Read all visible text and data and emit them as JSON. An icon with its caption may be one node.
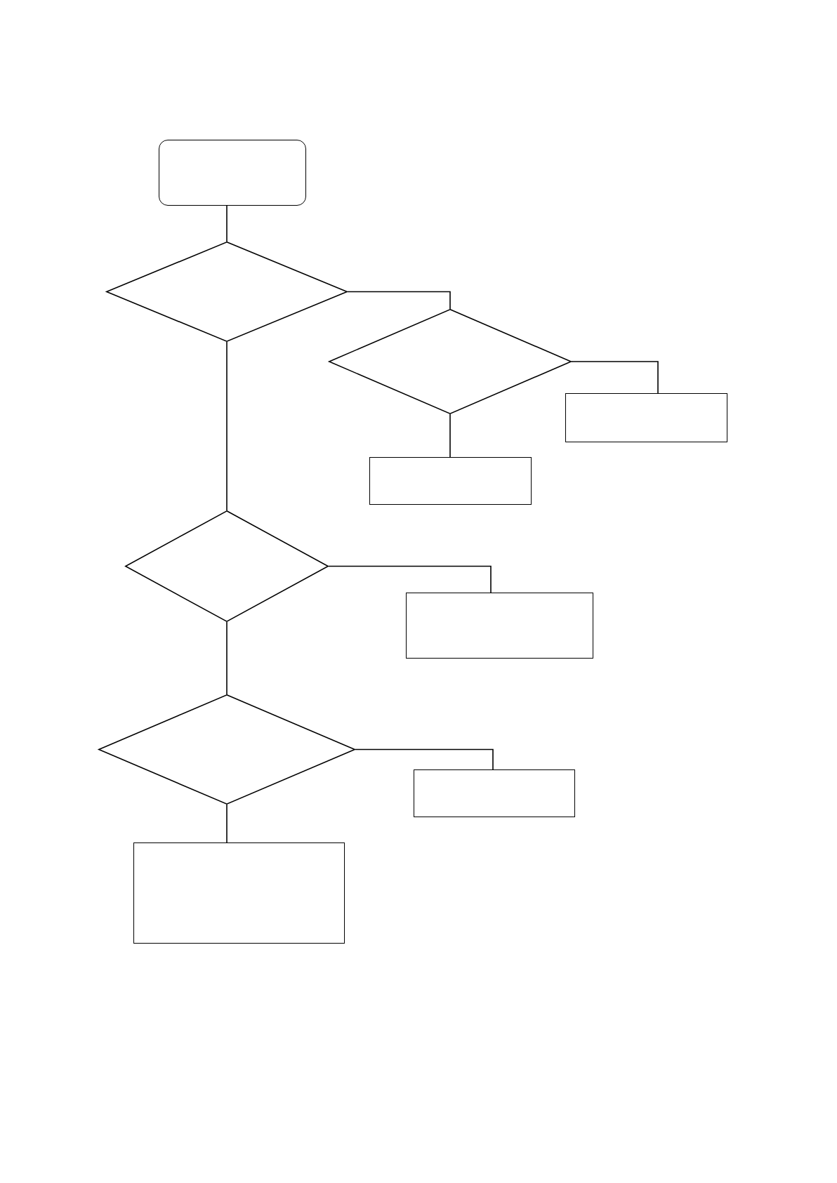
{
  "diagram": {
    "nodes": [
      {
        "text": [],
        "shape": "box"
      },
      {
        "text": [],
        "shape": "diamond"
      },
      {
        "text": [],
        "shape": "diamond"
      },
      {
        "text": [],
        "shape": "box"
      },
      {
        "text": [],
        "shape": "box"
      },
      {
        "text": [],
        "shape": "diamond"
      },
      {
        "text": [],
        "shape": "box"
      },
      {
        "text": [],
        "shape": "diamond"
      },
      {
        "text": [],
        "shape": "box"
      },
      {
        "text": [],
        "shape": "box"
      }
    ],
    "edges": [
      {
        "from": 0,
        "to": 1,
        "arrow": "none"
      },
      {
        "from": 1,
        "to": 2,
        "arrow": "none"
      },
      {
        "from": 2,
        "to": 3,
        "arrow": "none"
      },
      {
        "from": 2,
        "to": 4,
        "arrow": "none"
      },
      {
        "from": 1,
        "to": 5,
        "arrow": "none"
      },
      {
        "from": 5,
        "to": 6,
        "arrow": "none"
      },
      {
        "from": 5,
        "to": 7,
        "arrow": "none"
      },
      {
        "from": 7,
        "to": 8,
        "arrow": "none"
      },
      {
        "from": 7,
        "to": 9,
        "arrow": "none"
      }
    ]
  }
}
